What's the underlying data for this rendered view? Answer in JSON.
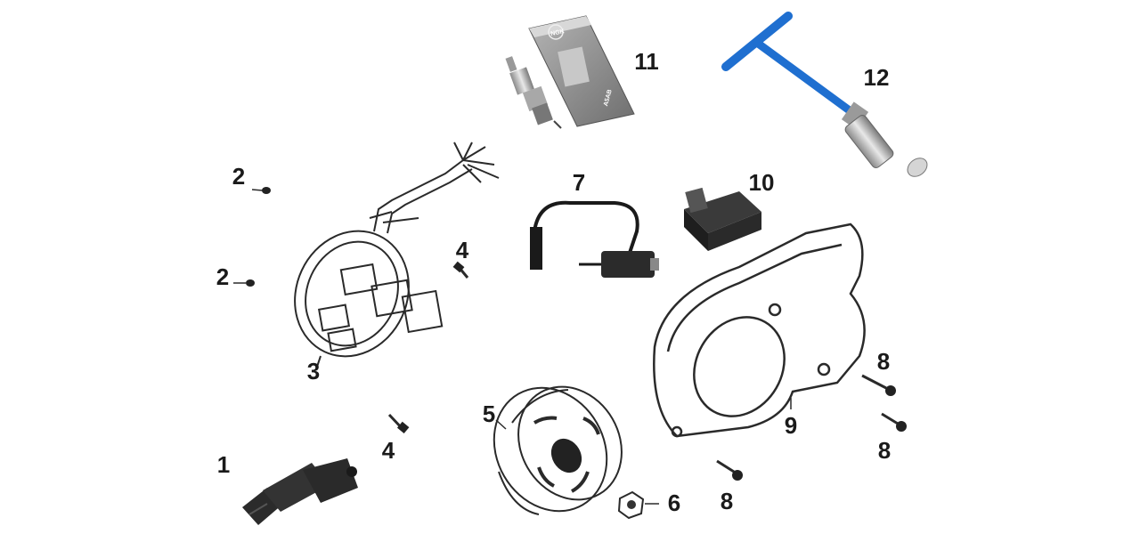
{
  "callouts": {
    "c1": "1",
    "c2a": "2",
    "c2b": "2",
    "c3": "3",
    "c4a": "4",
    "c4b": "4",
    "c5": "5",
    "c6": "6",
    "c7": "7",
    "c8a": "8",
    "c8b": "8",
    "c8c": "8",
    "c9": "9",
    "c10": "10",
    "c11": "11",
    "c12": "12"
  },
  "spark_plug_box": {
    "brand": "NGK",
    "code": "A5AB"
  },
  "colors": {
    "line_art": "#2a2a2a",
    "tool_blue": "#1f6fd0",
    "box_grey": "#8f8f8f",
    "dark_part": "#2b2b2b"
  }
}
